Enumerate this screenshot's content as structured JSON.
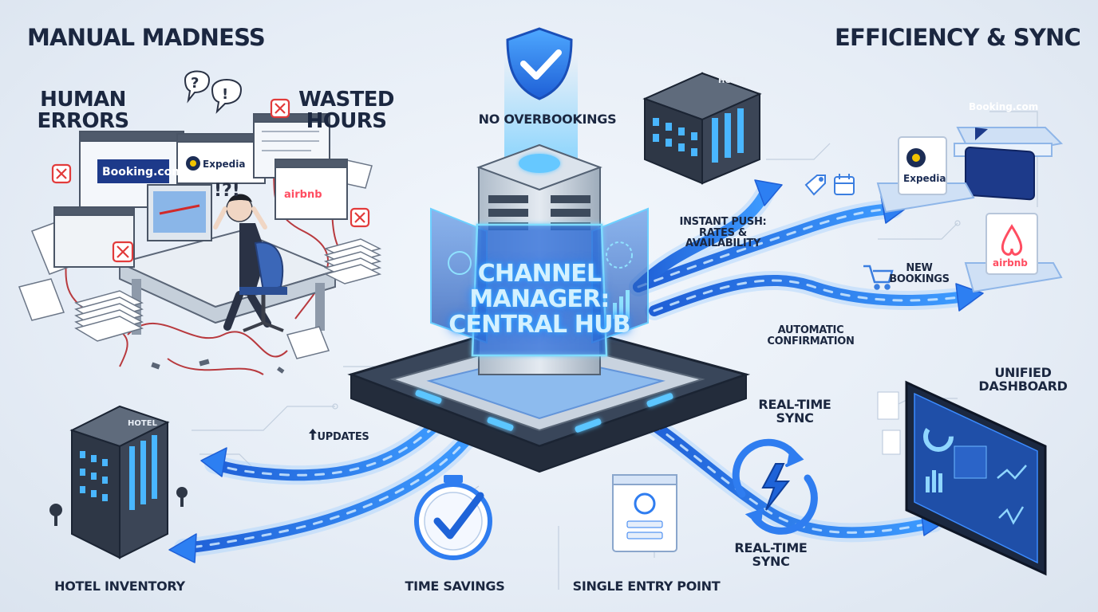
{
  "sections": {
    "left_title": "MANUAL MADNESS",
    "right_title": "EFFICIENCY & SYNC"
  },
  "hub": {
    "title_lines": [
      "CHANNEL",
      "MANAGER:",
      "CENTRAL HUB"
    ]
  },
  "labels": {
    "human_errors": [
      "HUMAN",
      "ERRORS"
    ],
    "wasted_hours": [
      "WASTED",
      "HOURS"
    ],
    "no_overbookings": "NO OVERBOOKINGS",
    "instant_push": [
      "INSTANT PUSH:",
      "RATES &",
      "AVAILABILITY"
    ],
    "new_bookings": [
      "NEW",
      "BOOKINGS"
    ],
    "automatic_confirmation": [
      "AUTOMATIC",
      "CONFIRMATION"
    ],
    "unified_dashboard": [
      "UNIFIED",
      "DASHBOARD"
    ],
    "real_time_sync_top": [
      "REAL-TIME",
      "SYNC"
    ],
    "real_time_sync_bottom": [
      "REAL-TIME",
      "SYNC"
    ],
    "updates": "UPDATES",
    "hotel_inventory": "HOTEL INVENTORY",
    "time_savings": "TIME SAVINGS",
    "single_entry_point": "SINGLE ENTRY POINT"
  },
  "ota_brands": {
    "booking": "Booking.com",
    "expedia": "Expedia",
    "airbnb": "airbnb"
  },
  "hotel_sign": "HOTEL",
  "colors": {
    "accent_blue": "#2f7df0",
    "glow_cyan": "#55c8ff",
    "error_red": "#e23b3b",
    "dark_navy": "#1b2740",
    "server_gray": "#c9d3df"
  },
  "icons": [
    "shield-check-icon",
    "stopwatch-icon",
    "sync-lightning-icon",
    "cart-icon",
    "calendar-icon",
    "tag-icon",
    "up-arrow-icon",
    "question-bubble-icon",
    "exclamation-bubble-icon"
  ]
}
